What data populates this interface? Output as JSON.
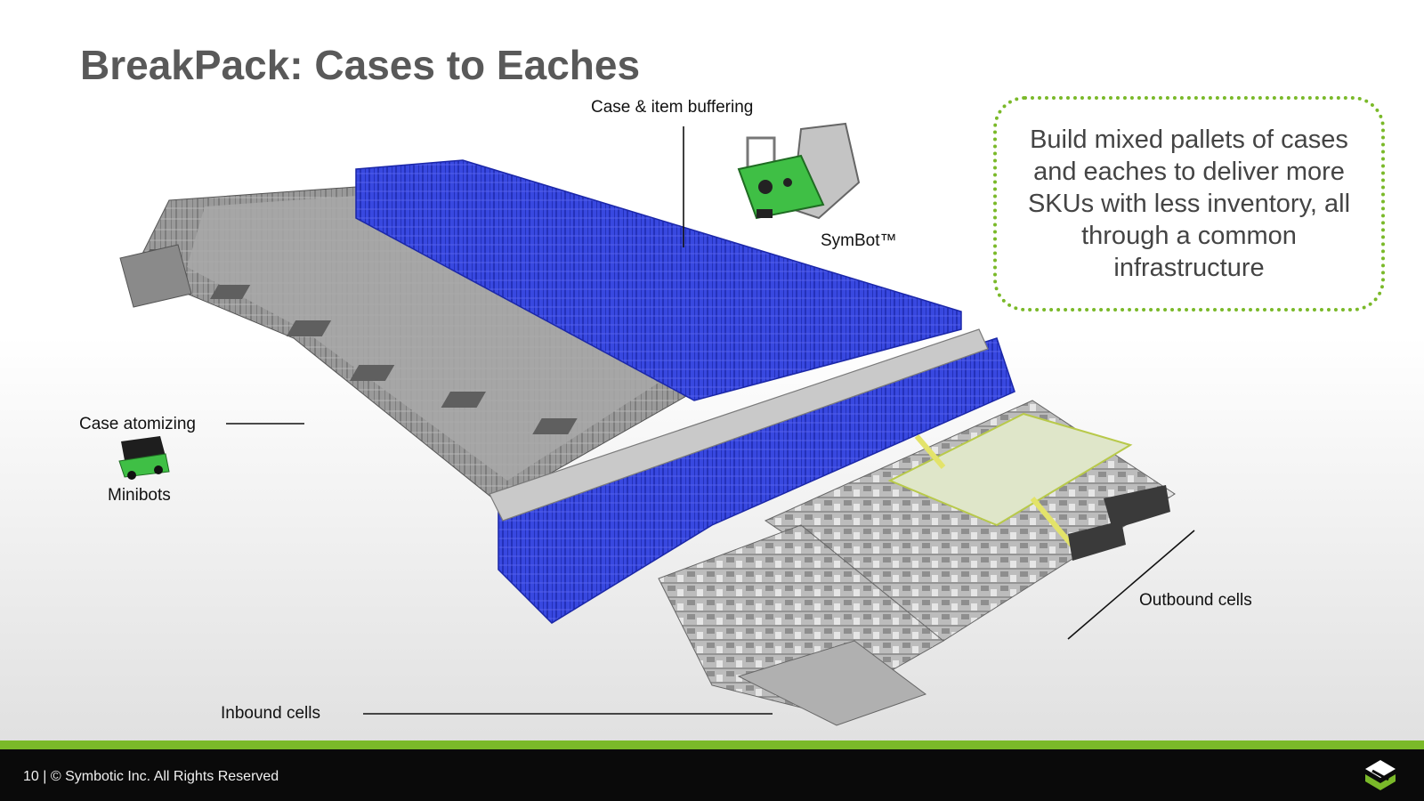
{
  "slide": {
    "title": "BreakPack: Cases to Eaches"
  },
  "labels": {
    "case_item_buffering": "Case & item buffering",
    "symbot": "SymBot™",
    "case_atomizing": "Case atomizing",
    "minibots": "Minibots",
    "inbound_cells": "Inbound cells",
    "outbound_cells": "Outbound cells"
  },
  "callout": {
    "text": "Build mixed pallets of cases and eaches to deliver more SKUs with less inventory, all through a common infrastructure"
  },
  "footer": {
    "page_number": "10",
    "copyright": "© Symbotic Inc.  All Rights Reserved"
  },
  "colors": {
    "brand_green": "#7ab929",
    "rack_blue": "#2a3ad6",
    "title_gray": "#595959"
  },
  "icons": {
    "logo": "symbotic-logo-icon",
    "symbot": "symbot-robot-icon",
    "minibot": "minibot-robot-icon"
  }
}
